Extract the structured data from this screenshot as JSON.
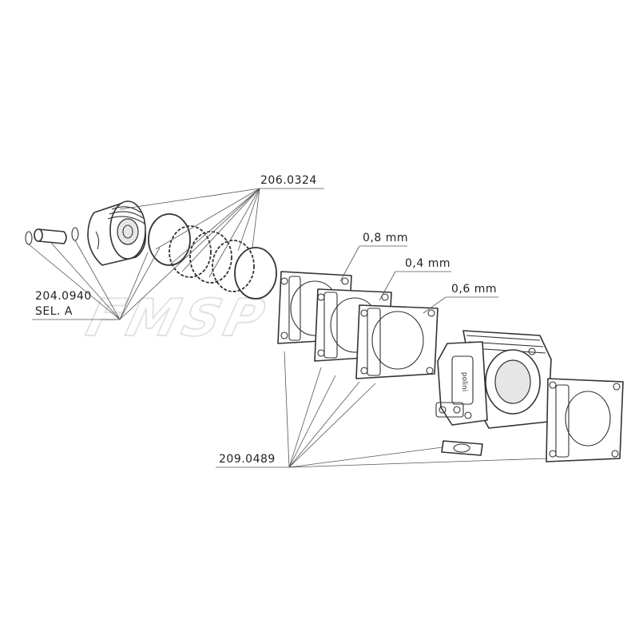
{
  "labels": {
    "rings_code": "206.0324",
    "pin_code": "204.0940",
    "pin_sel": "SEL. A",
    "gasket_08": "0,8 mm",
    "gasket_04": "0,4 mm",
    "gasket_06": "0,6 mm",
    "gaskets_code": "209.0489"
  },
  "watermark": "FMSP",
  "colors": {
    "line": "#333333",
    "leader": "#555555",
    "watermark": "#cfcfcf"
  }
}
